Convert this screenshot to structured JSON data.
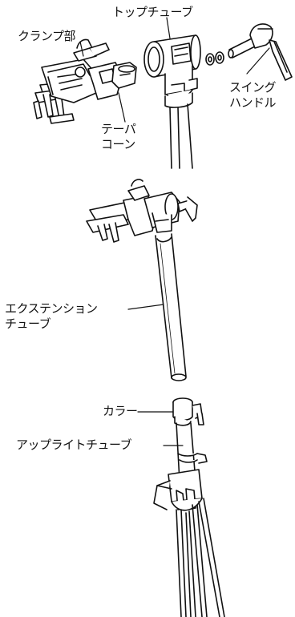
{
  "labels": {
    "clamp": "クランプ部",
    "top_tube": "トップチューブ",
    "swing_handle_1": "スイン",
    "swing_handle_2": "ハンドル",
    "swing_handle_g": "グ",
    "taper_cone_1": "テーパ",
    "taper_cone_2": "コーン",
    "extension_tube_1": "エクステンション",
    "extension_tube_2": "チューブ",
    "collar": "カラー",
    "upright_tube": "アップライトチューブ"
  }
}
